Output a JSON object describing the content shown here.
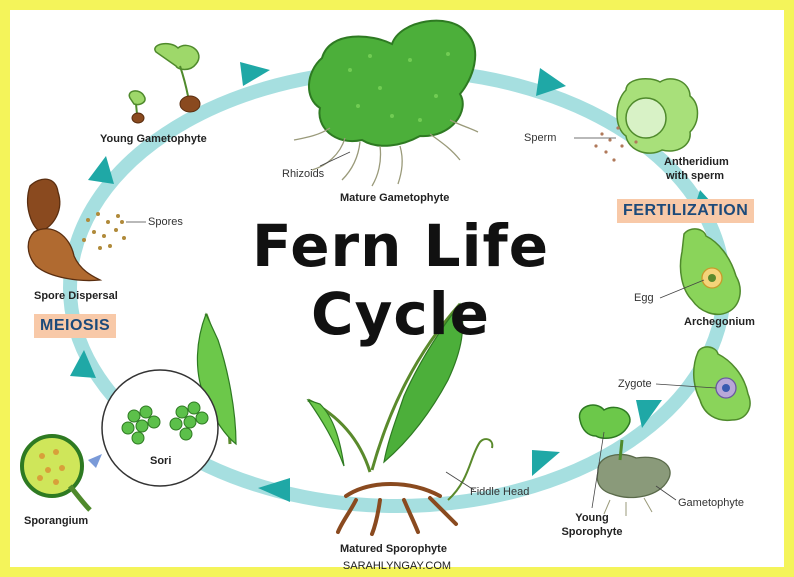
{
  "title": "Fern Life Cycle",
  "stages": {
    "fertilization": "FERTILIZATION",
    "meiosis": "MEIOSIS"
  },
  "labels": {
    "young_gametophyte": "Young Gametophyte",
    "rhizoids": "Rhizoids",
    "mature_gametophyte": "Mature Gametophyte",
    "sperm": "Sperm",
    "antheridium": "Antheridium",
    "antheridium_2": "with sperm",
    "egg": "Egg",
    "archegonium": "Archegonium",
    "zygote": "Zygote",
    "gametophyte": "Gametophyte",
    "young_sporophyte": "Young",
    "young_sporophyte_2": "Sporophyte",
    "fiddle_head": "Fiddle Head",
    "matured_sporophyte": "Matured Sporophyte",
    "sori": "Sori",
    "sporangium": "Sporangium",
    "spore_dispersal": "Spore Dispersal",
    "spores": "Spores"
  },
  "footer": "SARAHLYNGAY.COM",
  "colors": {
    "border": "#f4f45a",
    "cycle_ring": "#a6dfe0",
    "arrow": "#1fa8a6",
    "stage_box": "#f8c9a8",
    "stage_text": "#1c4a7a",
    "leaf_green": "#4caf3a",
    "light_green": "#8ad45a",
    "root_brown": "#8a4a1f"
  }
}
